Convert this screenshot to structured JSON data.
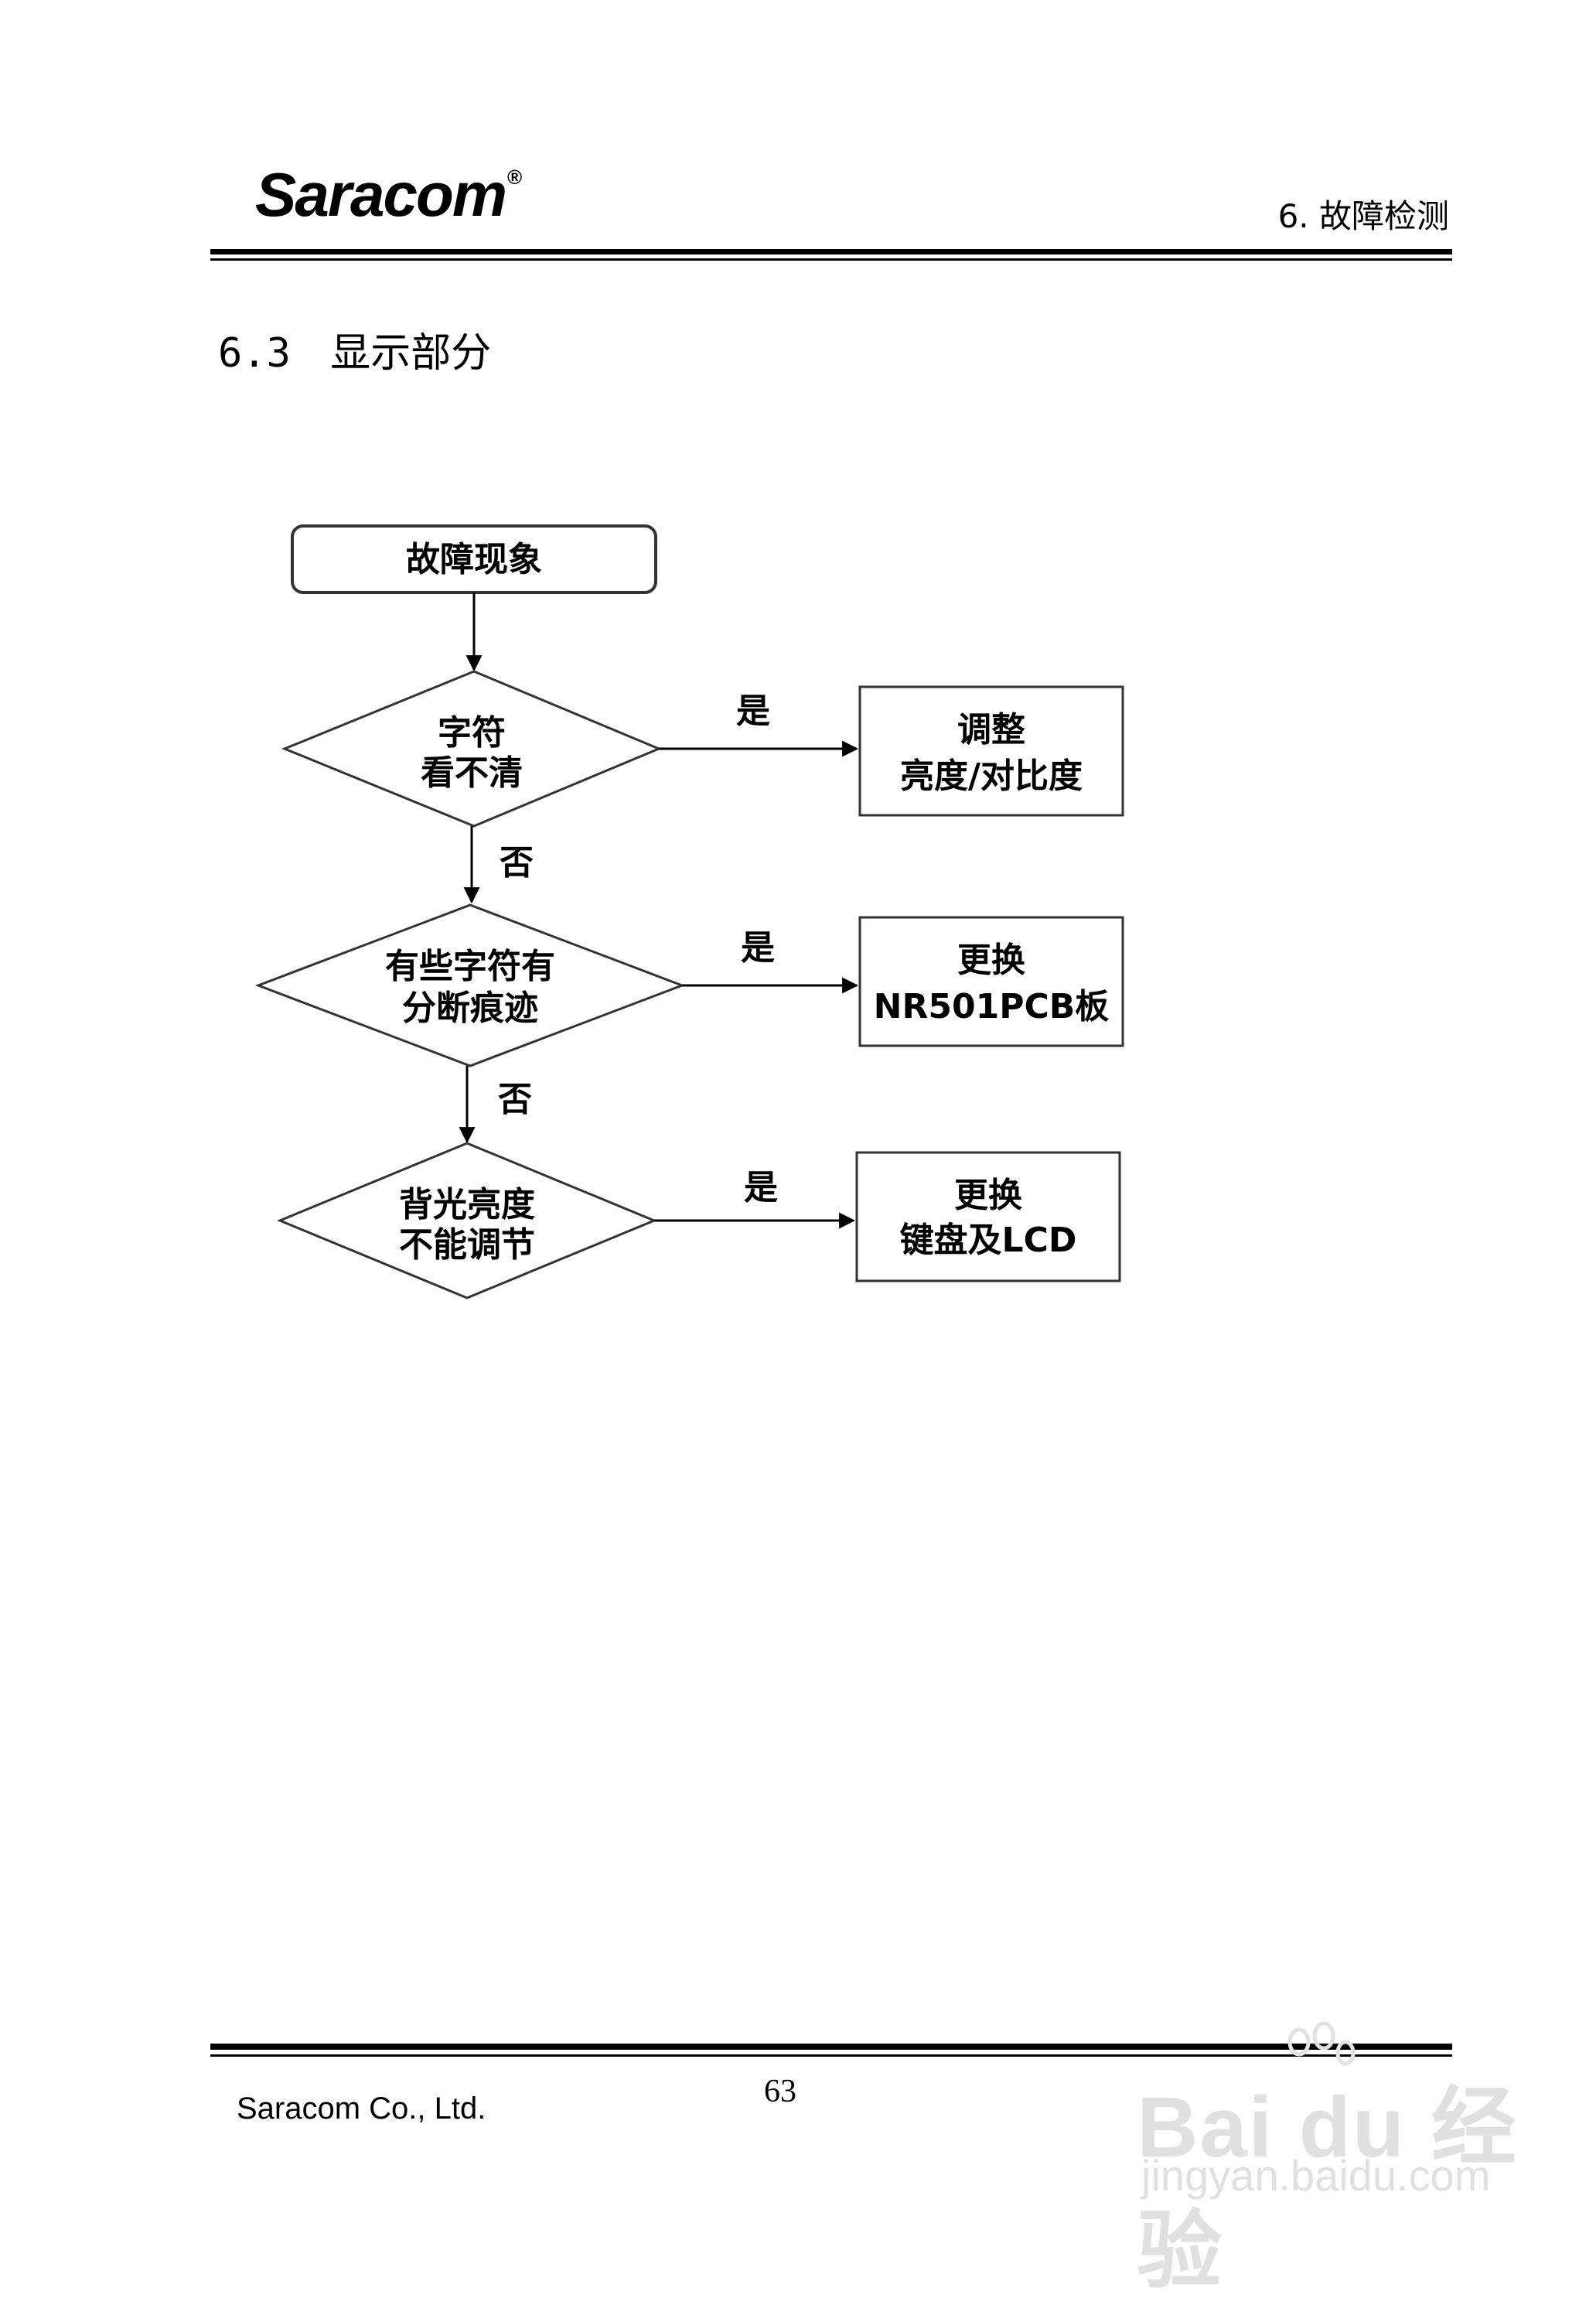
{
  "header": {
    "logo_text": "Saracom",
    "logo_mark": "®",
    "chapter_label": "6. 故障检测"
  },
  "section": {
    "number": "6.3",
    "title": "显示部分"
  },
  "flowchart": {
    "start": "故障现象",
    "decisions": [
      {
        "lines": [
          "字符",
          "看不清"
        ],
        "yes_label": "是",
        "no_label": "否",
        "action_lines": [
          "调整",
          "亮度/对比度"
        ]
      },
      {
        "lines": [
          "有些字符有",
          "分断痕迹"
        ],
        "yes_label": "是",
        "no_label": "否",
        "action_lines": [
          "更换",
          "NR501PCB板"
        ]
      },
      {
        "lines": [
          "背光亮度",
          "不能调节"
        ],
        "yes_label": "是",
        "action_lines": [
          "更换",
          "键盘及LCD"
        ]
      }
    ]
  },
  "footer": {
    "company": "Saracom Co., Ltd.",
    "page_number": "63"
  },
  "watermark": {
    "brand": "Bai du 经验",
    "url": "jingyan.baidu.com"
  }
}
